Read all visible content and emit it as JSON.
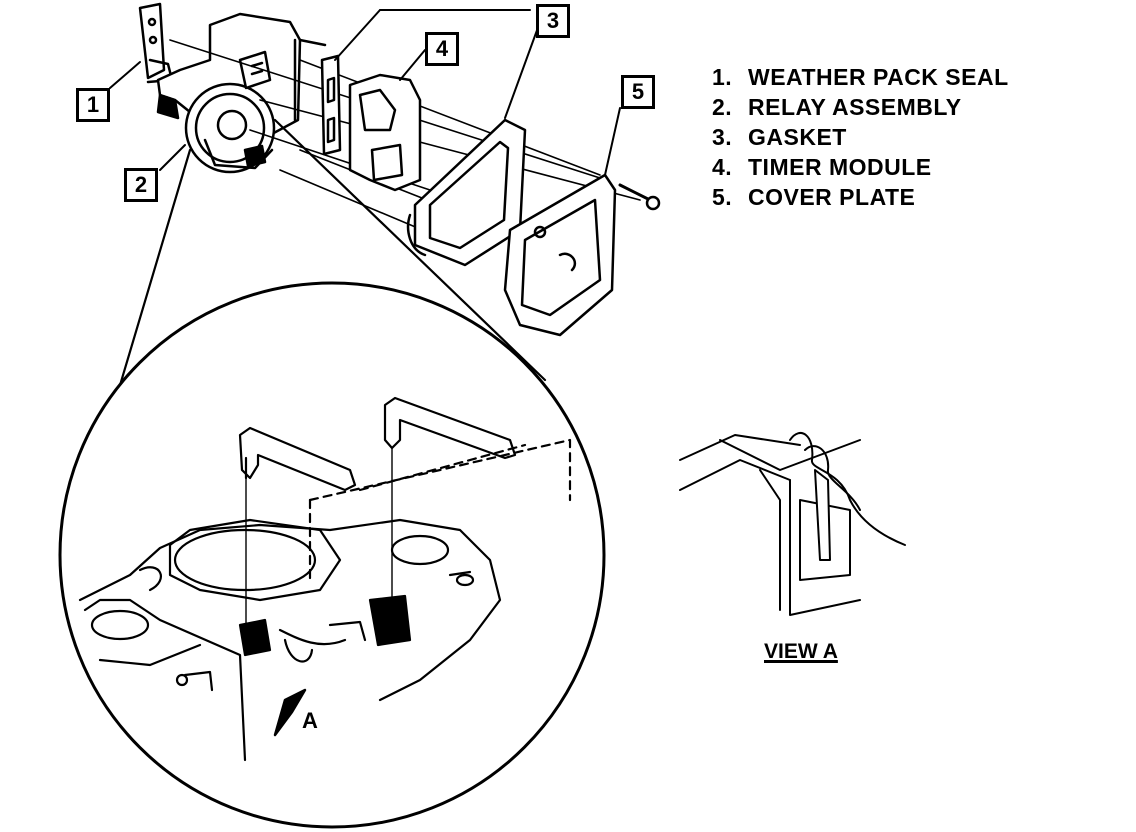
{
  "legend": {
    "items": [
      {
        "num": "1.",
        "label": "WEATHER PACK SEAL"
      },
      {
        "num": "2.",
        "label": "RELAY ASSEMBLY"
      },
      {
        "num": "3.",
        "label": "GASKET"
      },
      {
        "num": "4.",
        "label": "TIMER MODULE"
      },
      {
        "num": "5.",
        "label": "COVER PLATE"
      }
    ]
  },
  "callouts": {
    "c1": "1",
    "c2": "2",
    "c3": "3",
    "c4": "4",
    "c5": "5"
  },
  "detail": {
    "view_arrow_label": "A",
    "view_title": "VIEW A"
  }
}
